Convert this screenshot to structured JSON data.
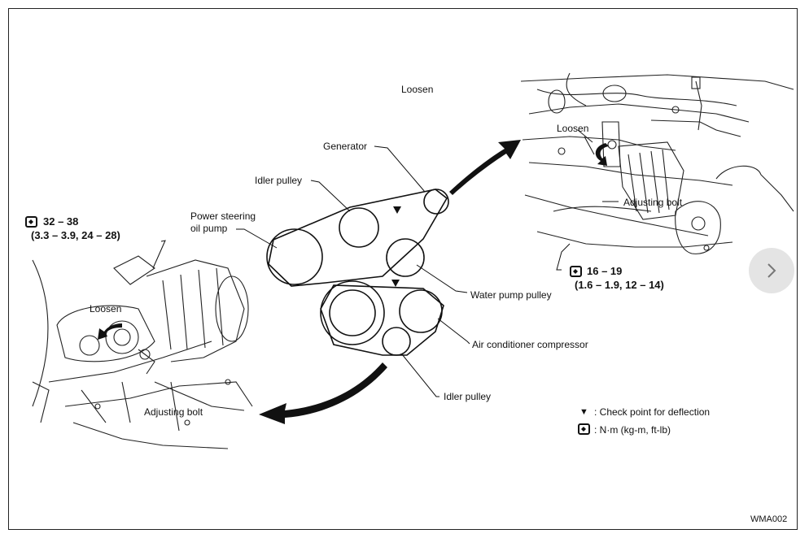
{
  "figure_code": "WMA002",
  "labels": {
    "loosen_top": "Loosen",
    "loosen_right": "Loosen",
    "loosen_left": "Loosen",
    "generator": "Generator",
    "idler_pulley_top": "Idler pulley",
    "power_steering_line1": "Power steering",
    "power_steering_line2": "oil pump",
    "water_pump_pulley": "Water pump pulley",
    "air_conditioner_compressor": "Air conditioner compressor",
    "idler_pulley_bottom": "Idler pulley",
    "adjusting_bolt_right": "Adjusting bolt",
    "adjusting_bolt_left": "Adjusting bolt"
  },
  "torque_left": {
    "line1": "32 – 38",
    "line2": "(3.3 – 3.9, 24 – 28)"
  },
  "torque_right": {
    "line1": "16 – 19",
    "line2": "(1.6 – 1.9, 12 – 14)"
  },
  "legend": {
    "check_point_symbol": "▼",
    "check_point_text": ": Check point for deflection",
    "torque_unit_text": ": N·m (kg-m, ft-lb)"
  },
  "next_button_icon": "chevron-right-icon"
}
